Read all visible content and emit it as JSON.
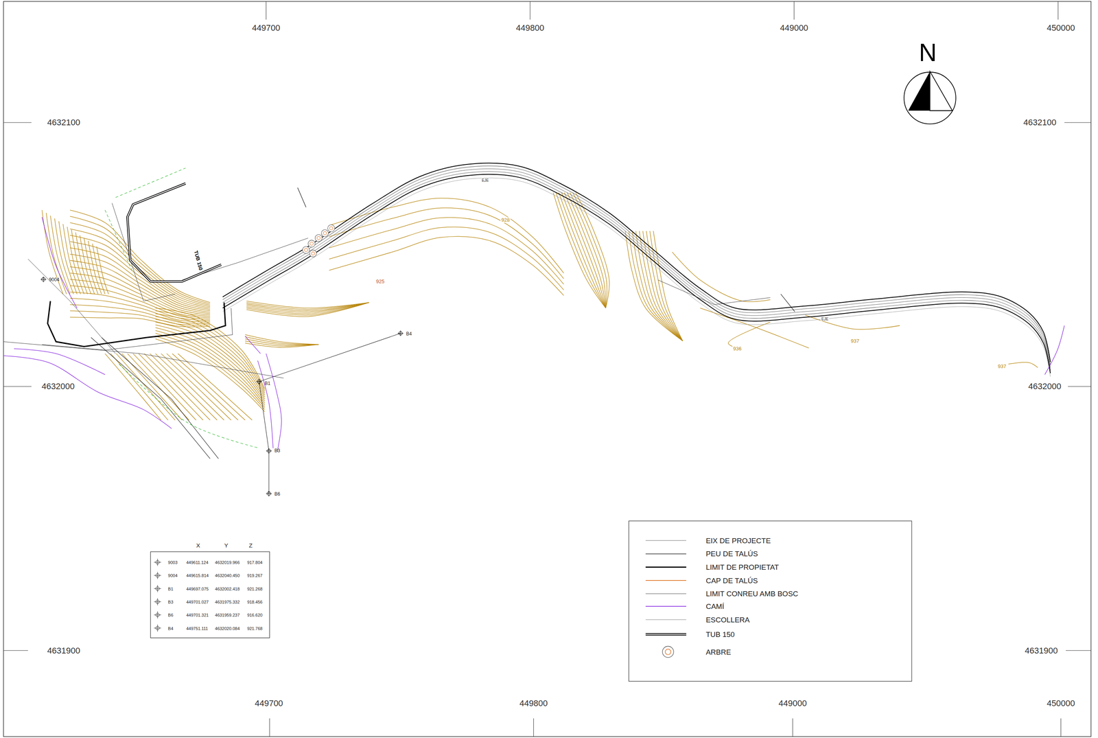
{
  "diagram": {
    "labels": [
      "449700",
      "449800",
      "449000",
      "450000",
      "4632100",
      "4632000",
      "4631900",
      "4632100",
      "4632000",
      "4631900",
      "449700",
      "449800",
      "449000",
      "450000",
      "N",
      "X",
      "Y",
      "Z",
      "9003",
      "449611.124",
      "4632019.966",
      "917.804",
      "9004",
      "449615.814",
      "4632040.450",
      "919.267",
      "B1",
      "449697.075",
      "4632002.418",
      "921.268",
      "B3",
      "449701.027",
      "4631975.332",
      "918.456",
      "B6",
      "449701.321",
      "4631959.237",
      "916.620",
      "B4",
      "449751.111",
      "4632020.084",
      "921.768",
      "9004",
      "B4",
      "B1",
      "B3",
      "B6",
      "TUB 150",
      "928",
      "925",
      "936",
      "937",
      "937",
      "EJE",
      "EJE"
    ],
    "legend": [
      {
        "text": "EIX DE PROJECTE"
      },
      {
        "text": "PEU DE TALÚS"
      },
      {
        "text": "LIMIT DE PROPIETAT"
      },
      {
        "text": "CAP DE TALÚS"
      },
      {
        "text": "LIMIT CONREU AMB BOSC"
      },
      {
        "text": "CAMÍ"
      },
      {
        "text": "ESCOLLERA"
      },
      {
        "text": "TUB 150"
      },
      {
        "text": "ARBRE"
      }
    ]
  }
}
